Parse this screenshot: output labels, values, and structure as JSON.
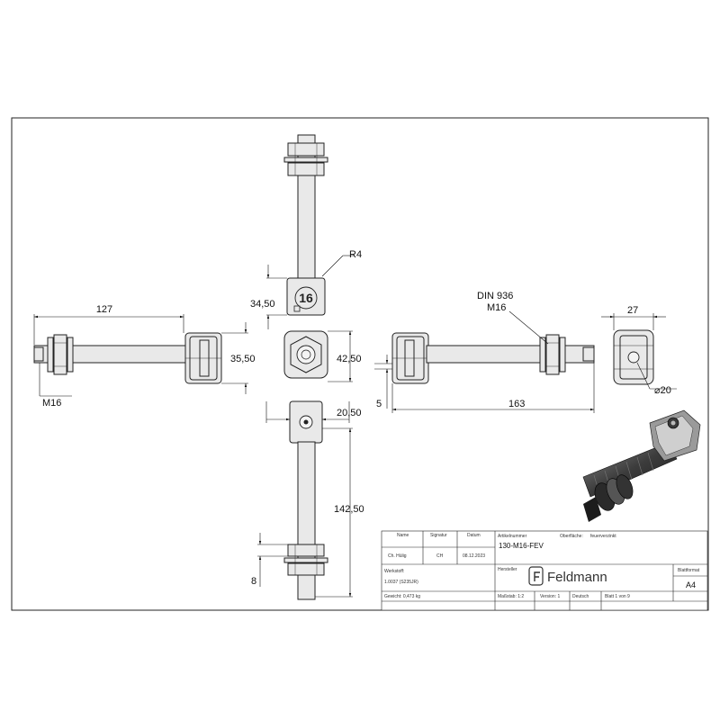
{
  "dimensions": {
    "top_length": "127",
    "thread_left": "M16",
    "hole_dist_left": "35,50",
    "height_plate": "34,50",
    "radius": "R4",
    "center_dist": "42,50",
    "plate_width": "20,50",
    "lower_length": "142,50",
    "nut_offset": "8",
    "din_label": "DIN 936",
    "din_thread": "M16",
    "right_length": "163",
    "right_offset": "5",
    "side_width": "27",
    "diameter": "⌀20",
    "plate_number": "16"
  },
  "title_block": {
    "col_name": "Name",
    "col_signature": "Signatur",
    "col_date": "Datum",
    "name": "Ch. Hülig",
    "signature": "CH",
    "date": "08.12.2023",
    "article_label": "Artikelnummer",
    "article_number": "130-M16-FEV",
    "surface_label": "Oberfläche:",
    "surface_value": "feuerverzinkt",
    "material_label": "Werkstoff:",
    "material_value": "1.0037 (S235JR)",
    "manufacturer_label": "Hersteller",
    "brand": "Feldmann",
    "format_label": "Blattformat",
    "format_value": "A4",
    "weight": "Gewicht: 0,473 kg",
    "scale": "Maßstab: 1:2",
    "version": "Version: 1",
    "language": "Deutsch",
    "sheet": "Blatt 1 von 9"
  }
}
